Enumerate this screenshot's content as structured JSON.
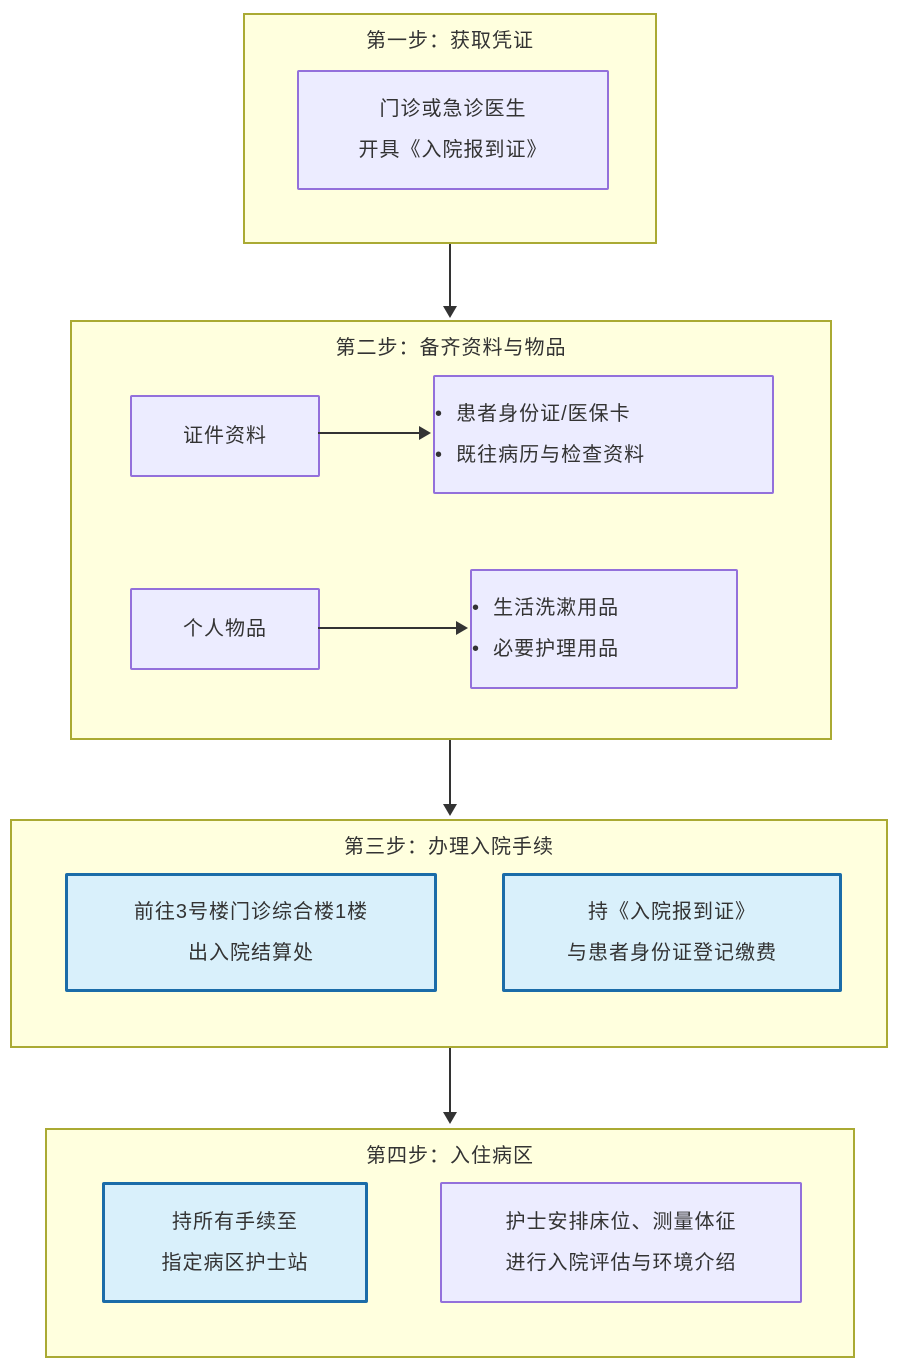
{
  "steps": {
    "step1": {
      "title": "第一步：获取凭证",
      "node": {
        "line1": "门诊或急诊医生",
        "line2": "开具《入院报到证》"
      }
    },
    "step2": {
      "title": "第二步：备齐资料与物品",
      "row1": {
        "label": "证件资料",
        "items": [
          "患者身份证/医保卡",
          "既往病历与检查资料"
        ]
      },
      "row2": {
        "label": "个人物品",
        "items": [
          "生活洗漱用品",
          "必要护理用品"
        ]
      }
    },
    "step3": {
      "title": "第三步：办理入院手续",
      "left": {
        "line1": "前往3号楼门诊综合楼1楼",
        "line2": "出入院结算处"
      },
      "right": {
        "line1": "持《入院报到证》",
        "line2": "与患者身份证登记缴费"
      }
    },
    "step4": {
      "title": "第四步：入住病区",
      "left": {
        "line1": "持所有手续至",
        "line2": "指定病区护士站"
      },
      "right": {
        "line1": "护士安排床位、测量体征",
        "line2": "进行入院评估与环境介绍"
      }
    }
  },
  "colors": {
    "container_fill": "#ffffde",
    "container_border": "#aaaa33",
    "lavender_fill": "#ececff",
    "lavender_border": "#9370db",
    "blue_fill": "#d9f0fb",
    "blue_border": "#1b6ca8",
    "arrow": "#333333",
    "text": "#333333"
  }
}
